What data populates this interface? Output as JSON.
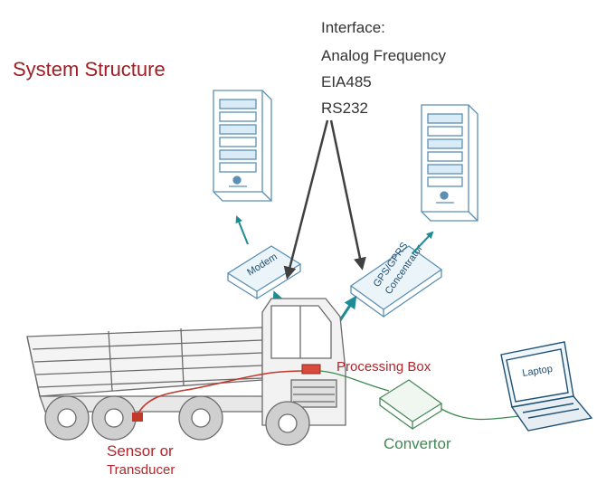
{
  "diagram": {
    "title": "System Structure",
    "interface": {
      "heading": "Interface:",
      "items": [
        "Analog Frequency",
        "EIA485",
        "RS232"
      ]
    },
    "labels": {
      "processing_box": "Processing Box",
      "sensor_line1": "Sensor or",
      "sensor_line2": "Transducer",
      "convertor": "Convertor",
      "laptop": "Laptop",
      "modem": "Modem",
      "concentrator_line1": "GPS/GPRS",
      "concentrator_line2": "Concentrator"
    },
    "colors": {
      "title": "#a11d24",
      "red_label": "#b3262b",
      "green_label": "#3e8a52",
      "teal_arrow": "#1e8c94",
      "dark_arrow": "#404040",
      "line_art": "#5b8fb4",
      "truck": "#6b6b6b",
      "sensor_wire": "#c0392b"
    }
  }
}
